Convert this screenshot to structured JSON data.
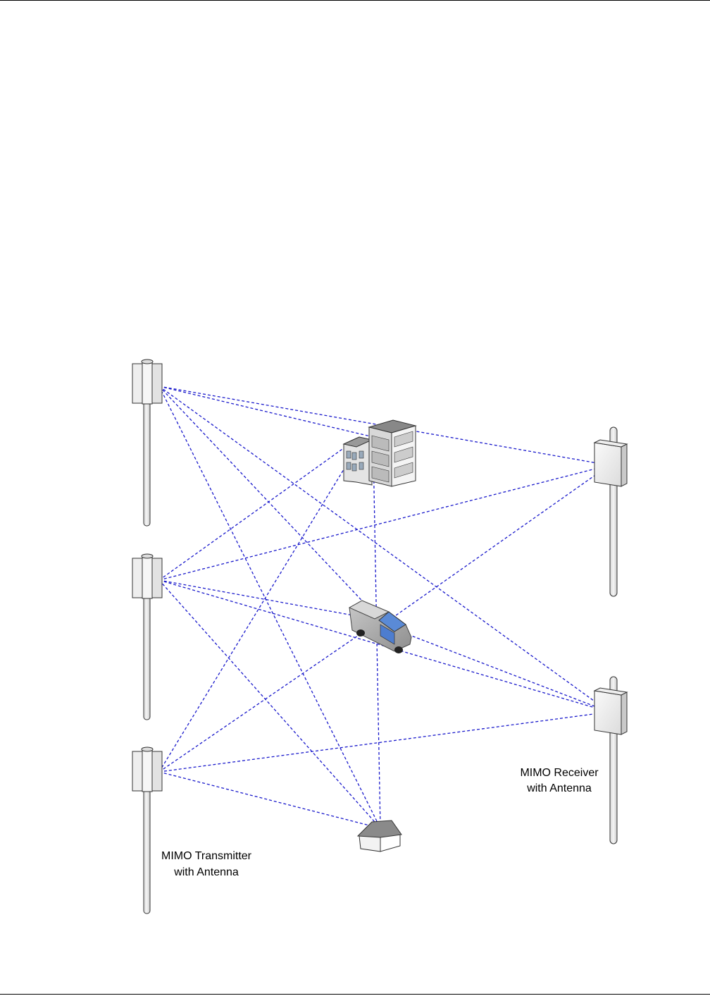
{
  "diagram": {
    "transmitter_label": {
      "line1": "MIMO Transmitter",
      "line2": "with Antenna"
    },
    "receiver_label": {
      "line1": "MIMO Receiver",
      "line2": "with Antenna"
    },
    "path_color": "#1a1acc",
    "nodes": [
      "transmitter-top",
      "transmitter-middle",
      "transmitter-bottom",
      "receiver-top",
      "receiver-bottom",
      "office-building",
      "delivery-van",
      "house"
    ]
  }
}
